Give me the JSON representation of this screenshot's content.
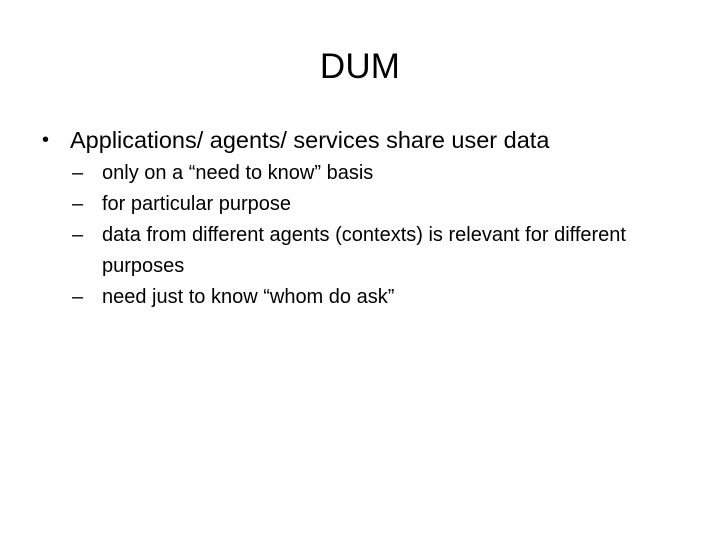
{
  "slide": {
    "title": "DUM",
    "background_color": "#ffffff",
    "text_color": "#000000",
    "bullets": [
      {
        "level": 1,
        "marker": "•",
        "text": "Applications/ agents/ services share user data",
        "children": [
          {
            "level": 2,
            "marker": "–",
            "text": "only on a “need to know” basis"
          },
          {
            "level": 2,
            "marker": "–",
            "text": "for particular purpose"
          },
          {
            "level": 2,
            "marker": "–",
            "text": "data from different agents (contexts) is relevant for different purposes"
          },
          {
            "level": 2,
            "marker": "–",
            "text": "need just to know “whom do ask”"
          }
        ]
      }
    ]
  }
}
